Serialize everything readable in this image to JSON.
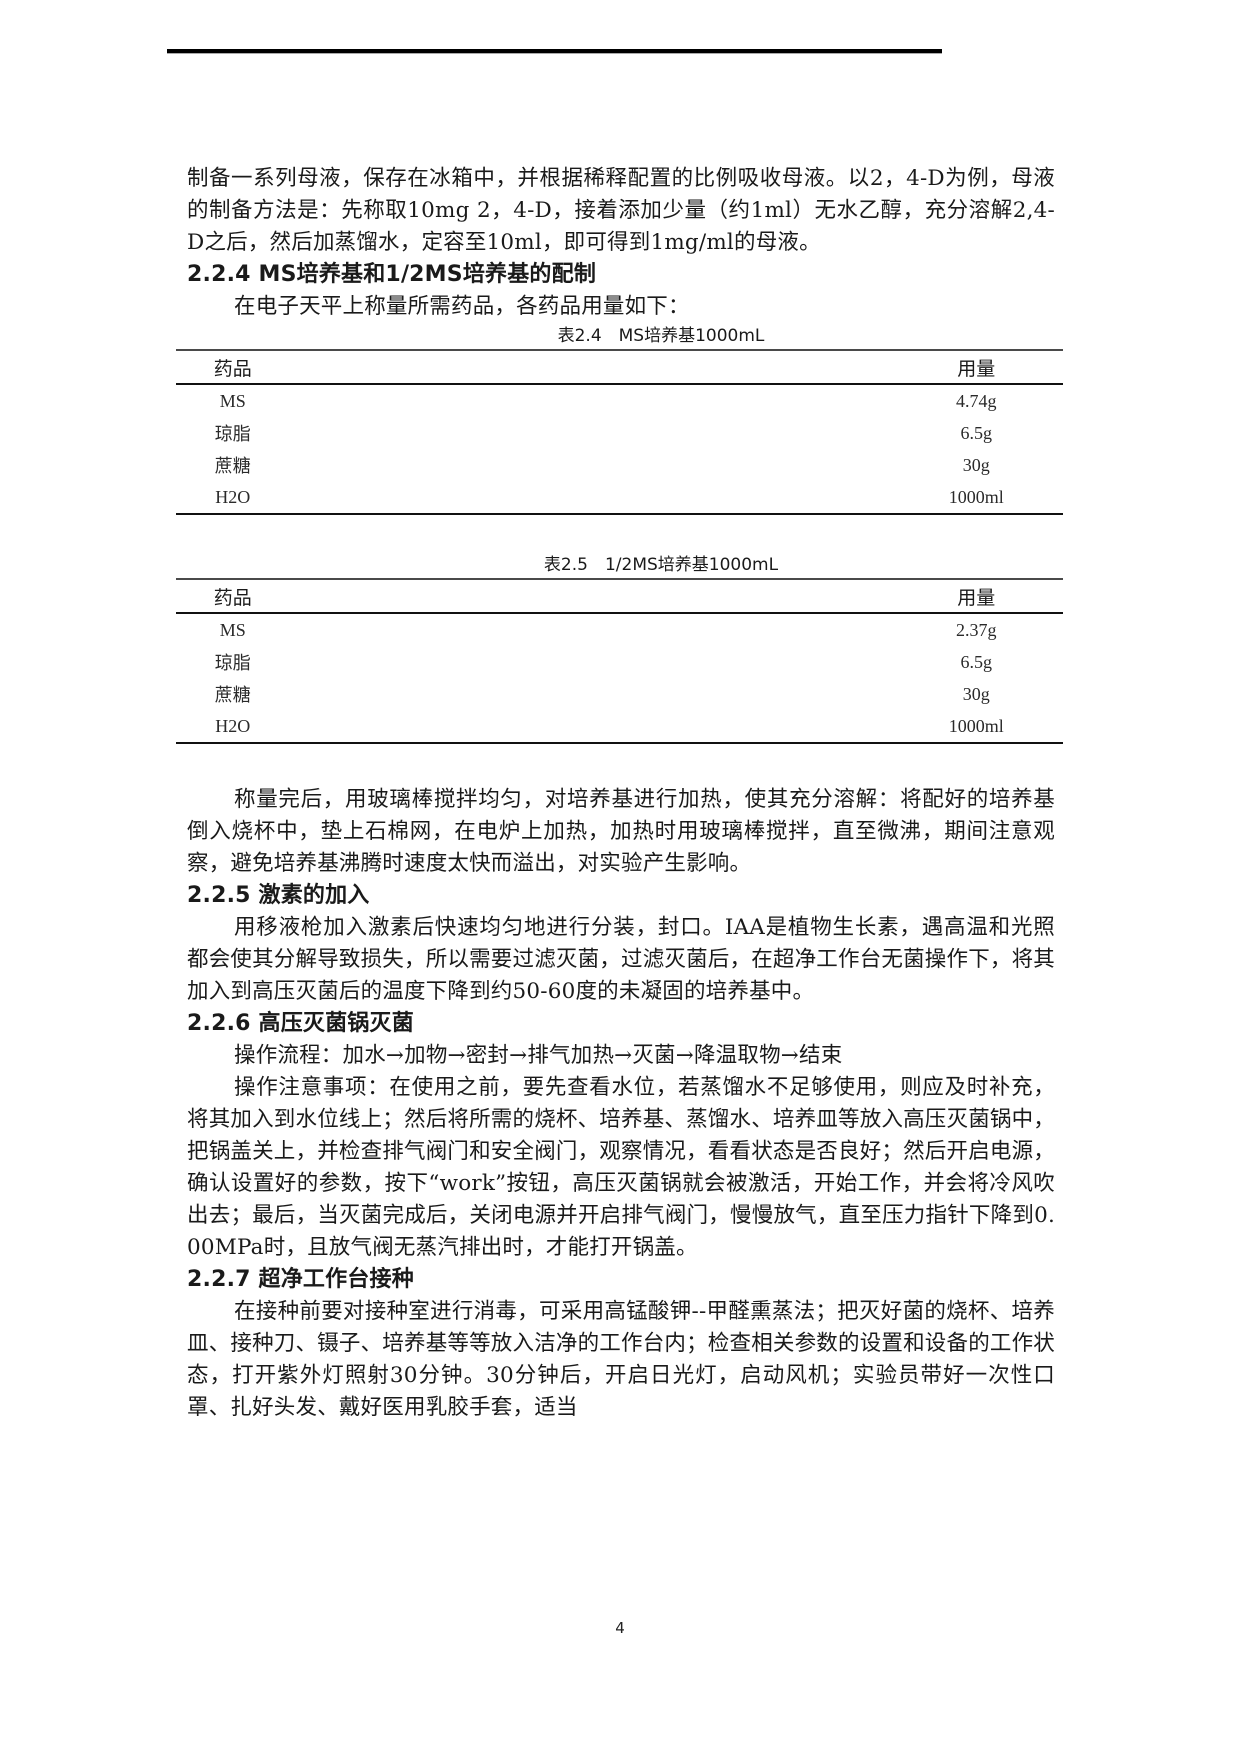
{
  "page": {
    "page_number": "4"
  },
  "intro": {
    "paragraph": "制备一系列母液，保存在冰箱中，并根据稀释配置的比例吸收母液。以2，4-D为例，母液的制备方法是：先称取10mg 2，4-D，接着添加少量（约1ml）无水乙醇，充分溶解2,4- D之后，然后加蒸馏水，定容至10ml，即可得到1mg/ml的母液。"
  },
  "section_224": {
    "heading": "2.2.4 MS培养基和1/2MS培养基的配制",
    "intro": "在电子天平上称量所需药品，各药品用量如下：",
    "table1": {
      "caption": "表2.4　MS培养基1000mL",
      "headers": [
        "药品",
        "用量"
      ],
      "rows": [
        [
          "MS",
          "4.74g"
        ],
        [
          "琼脂",
          "6.5g"
        ],
        [
          "蔗糖",
          "30g"
        ],
        [
          "H2O",
          "1000ml"
        ]
      ]
    },
    "table2": {
      "caption": "表2.5　1/2MS培养基1000mL",
      "headers": [
        "药品",
        "用量"
      ],
      "rows": [
        [
          "MS",
          "2.37g"
        ],
        [
          "琼脂",
          "6.5g"
        ],
        [
          "蔗糖",
          "30g"
        ],
        [
          "H2O",
          "1000ml"
        ]
      ]
    },
    "after": "称量完后，用玻璃棒搅拌均匀，对培养基进行加热，使其充分溶解：将配好的培养基倒入烧杯中，垫上石棉网，在电炉上加热，加热时用玻璃棒搅拌，直至微沸，期间注意观察，避免培养基沸腾时速度太快而溢出，对实验产生影响。"
  },
  "section_225": {
    "heading": "2.2.5 激素的加入",
    "paragraph": "用移液枪加入激素后快速均匀地进行分装，封口。IAA是植物生长素，遇高温和光照都会使其分解导致损失，所以需要过滤灭菌，过滤灭菌后，在超净工作台无菌操作下，将其加入到高压灭菌后的温度下降到约50-60度的未凝固的培养基中。"
  },
  "section_226": {
    "heading": "2.2.6 高压灭菌锅灭菌",
    "flow": "操作流程：加水→加物→密封→排气加热→灭菌→降温取物→结束",
    "notes": "操作注意事项：在使用之前，要先查看水位，若蒸馏水不足够使用，则应及时补充，将其加入到水位线上；然后将所需的烧杯、培养基、蒸馏水、培养皿等放入高压灭菌锅中，把锅盖关上，并检查排气阀门和安全阀门，观察情况，看看状态是否良好；然后开启电源，确认设置好的参数，按下“work”按钮，高压灭菌锅就会被激活，开始工作，并会将冷风吹出去；最后，当灭菌完成后，关闭电源并开启排气阀门，慢慢放气，直至压力指针下降到0.00MPa时，且放气阀无蒸汽排出时，才能打开锅盖。"
  },
  "section_227": {
    "heading": "2.2.7 超净工作台接种",
    "paragraph": "在接种前要对接种室进行消毒，可采用高锰酸钾--甲醛熏蒸法；把灭好菌的烧杯、培养皿、接种刀、镊子、培养基等等放入洁净的工作台内；检查相关参数的设置和设备的工作状态，打开紫外灯照射30分钟。30分钟后，开启日光灯，启动风机；实验员带好一次性口罩、扎好头发、戴好医用乳胶手套，适当"
  }
}
